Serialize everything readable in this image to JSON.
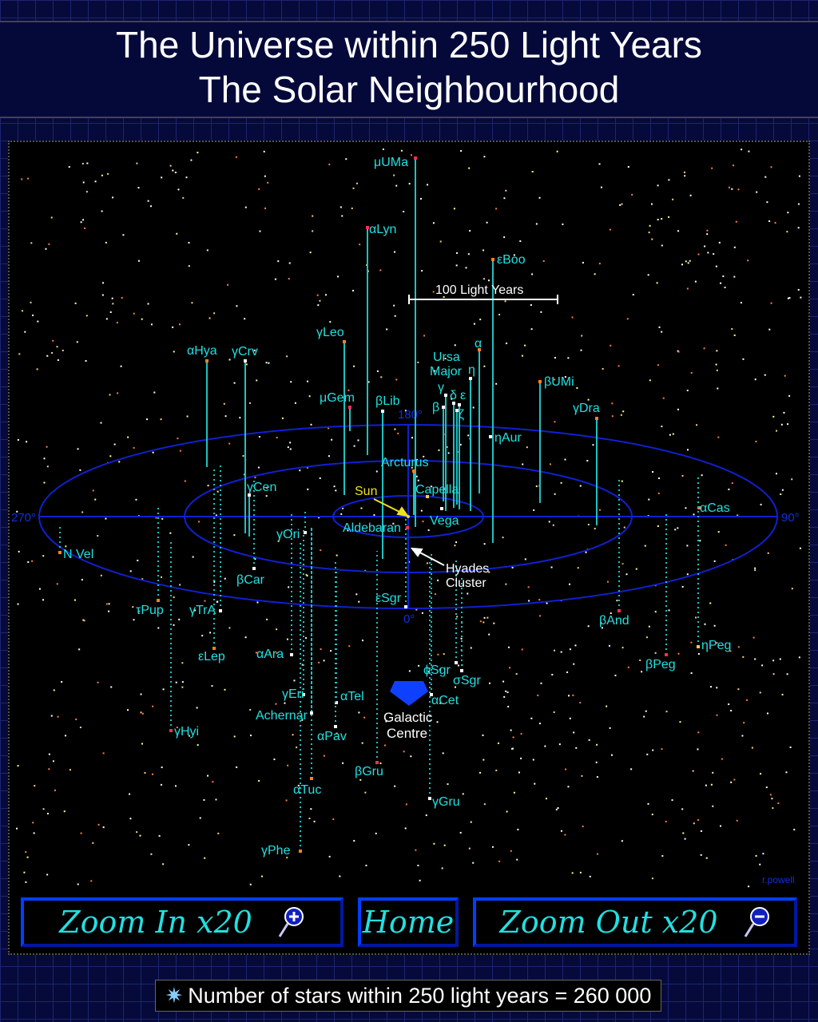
{
  "header": {
    "title_line1": "The Universe within 250 Light Years",
    "title_line2": "The Solar Neighbourhood"
  },
  "map": {
    "scale_label": "100 Light Years",
    "angles": {
      "a180": "180°",
      "a270": "270°",
      "a90": "90°",
      "a0": "0°"
    },
    "sun_label": "Sun",
    "hyades_label_1": "Hyades",
    "hyades_label_2": "Cluster",
    "galactic_centre_1": "Galactic",
    "galactic_centre_2": "Centre",
    "ursa_major_1": "Ursa",
    "ursa_major_2": "Major",
    "credit": "r.powell",
    "stars": [
      "μUMa",
      "αLyn",
      "εBoo",
      "γLeo",
      "αHya",
      "γCrv",
      "μGem",
      "βLib",
      "α",
      "η",
      "γ",
      "δ",
      "ε",
      "ζ",
      "β",
      "βUMi",
      "γDra",
      "ηAur",
      "Arcturus",
      "Capella",
      "Vega",
      "γCen",
      "Aldebaran",
      "αCas",
      "N Vel",
      "γOri",
      "βCar",
      "τPup",
      "γTrA",
      "εSgr",
      "εLep",
      "αAra",
      "γEri",
      "Achernar",
      "αTel",
      "αPav",
      "γHyi",
      "ϕSgr",
      "σSgr",
      "αCet",
      "βGru",
      "αTuc",
      "γGru",
      "γPhe",
      "βAnd",
      "βPeg",
      "ηPeg"
    ]
  },
  "buttons": {
    "zoom_in": "Zoom In x20",
    "home": "Home",
    "zoom_out": "Zoom Out x20"
  },
  "footer": {
    "count_text": "Number of stars within 250 light years = 260 000"
  },
  "colors": {
    "label": "#22e0e0",
    "plane": "#1020d0",
    "sun": "#f0e020"
  }
}
